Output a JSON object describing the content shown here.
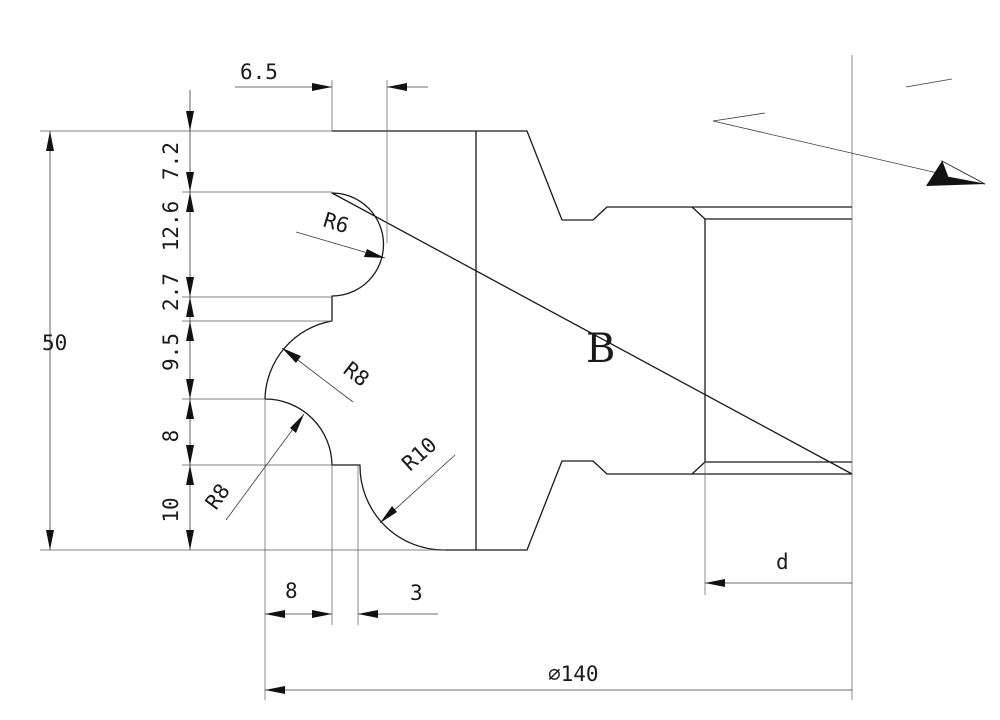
{
  "part_label": "B",
  "dimensions": {
    "groove_width": "6.5",
    "h_7_2": "7.2",
    "h_12_6": "12.6",
    "h_2_7": "2.7",
    "h_9_5": "9.5",
    "h_8": "8",
    "h_10": "10",
    "total_height": "50",
    "bottom_8": "8",
    "bottom_3": "3",
    "bore": "d",
    "diameter": "∅140"
  },
  "radii": {
    "r6": "R6",
    "r8_upper": "R8",
    "r8_lower": "R8",
    "r10": "R10"
  },
  "colors": {
    "line": "#1a1a1a",
    "background": "#ffffff"
  }
}
